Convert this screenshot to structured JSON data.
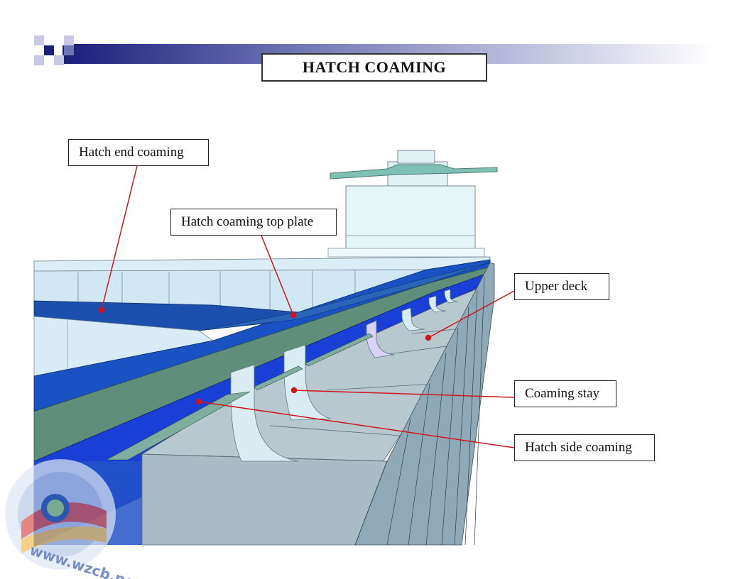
{
  "title": "HATCH COAMING",
  "labels": {
    "hatch_end_coaming": "Hatch end coaming",
    "hatch_coaming_top_plate": "Hatch coaming top plate",
    "upper_deck": "Upper deck",
    "coaming_stay": "Coaming stay",
    "hatch_side_coaming": "Hatch side coaming"
  },
  "watermark": {
    "text": "www.wzcb.net"
  },
  "colors": {
    "leader_line": "#d0141b",
    "coaming_blue": "#1a3fd6",
    "top_plate_green": "#5f8f7a",
    "deck_grey": "#b8c8cf",
    "stay_light": "#d8ecf2",
    "header_navy": "#1a1f7a"
  }
}
